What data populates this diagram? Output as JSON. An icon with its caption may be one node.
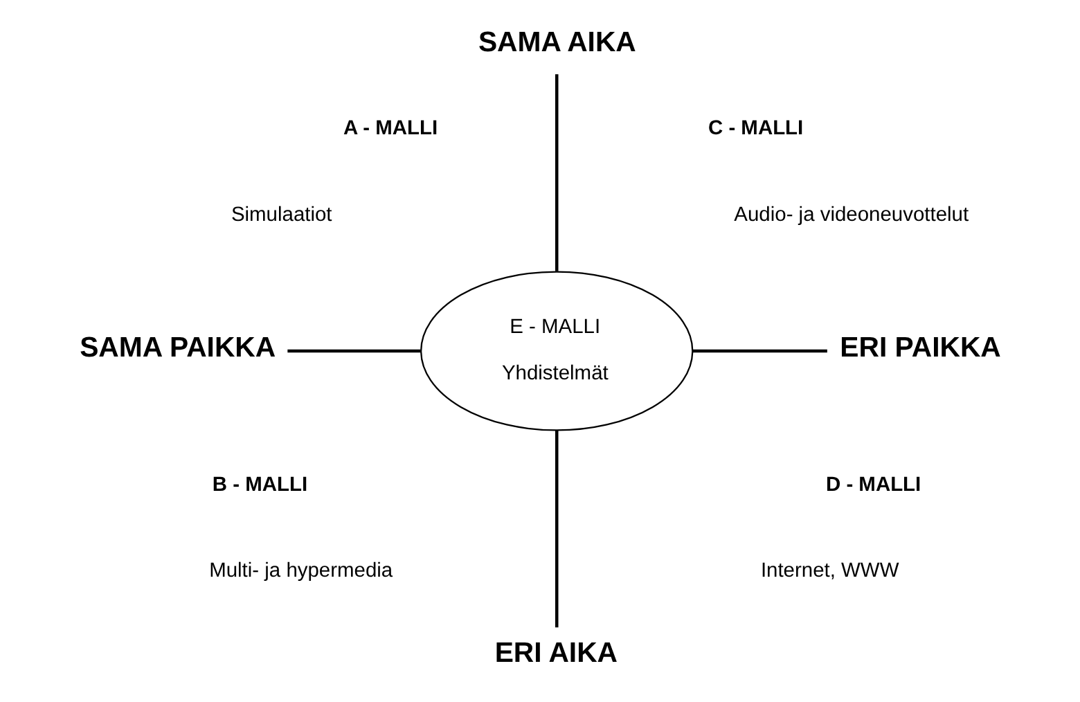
{
  "diagram": {
    "nodes": [
      {
        "text": [
          "SAMA AIKA"
        ]
      },
      {
        "text": [
          "SAMA PAIKKA"
        ]
      },
      {
        "text": [
          "E - MALLI",
          "Yhdistelmät"
        ]
      },
      {
        "text": [
          "ERI PAIKKA"
        ]
      },
      {
        "text": [
          "ERI AIKA"
        ]
      }
    ],
    "edges": [
      {
        "from": 0,
        "to": 2,
        "arrow": "none"
      },
      {
        "from": 1,
        "to": 2,
        "arrow": "none"
      },
      {
        "from": 2,
        "to": 3,
        "arrow": "none"
      },
      {
        "from": 2,
        "to": 4,
        "arrow": "none"
      }
    ],
    "labels": [
      "A - MALLI",
      "C - MALLI",
      "Simulaatiot",
      "Audio- ja videoneuvottelut",
      "B - MALLI",
      "D - MALLI",
      "Multi- ja hypermedia",
      "Internet, WWW"
    ]
  }
}
